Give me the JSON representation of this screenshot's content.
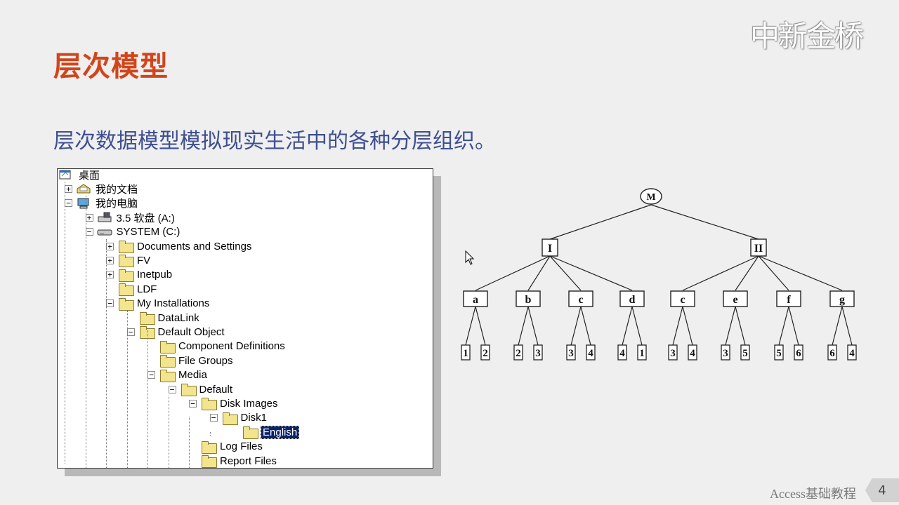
{
  "brand": "中新金桥",
  "title": "层次模型",
  "subtitle": "层次数据模型模拟现实生活中的各种分层组织。",
  "tree": [
    {
      "label": "桌面",
      "exp": "",
      "icon": "desktop-icon"
    },
    {
      "label": "我的文档",
      "exp": "+",
      "icon": "documents-icon"
    },
    {
      "label": "我的电脑",
      "exp": "−",
      "icon": "computer-icon"
    },
    {
      "label": "3.5 软盘 (A:)",
      "exp": "+",
      "icon": "floppy-icon"
    },
    {
      "label": "SYSTEM (C:)",
      "exp": "−",
      "icon": "drive-icon"
    },
    {
      "label": "Documents and Settings",
      "exp": "+",
      "icon": "folder-icon"
    },
    {
      "label": "FV",
      "exp": "+",
      "icon": "folder-icon"
    },
    {
      "label": "Inetpub",
      "exp": "+",
      "icon": "folder-icon"
    },
    {
      "label": "LDF",
      "exp": "",
      "icon": "folder-icon"
    },
    {
      "label": "My Installations",
      "exp": "−",
      "icon": "folder-icon"
    },
    {
      "label": "DataLink",
      "exp": "",
      "icon": "folder-icon"
    },
    {
      "label": "Default Object",
      "exp": "−",
      "icon": "folder-icon"
    },
    {
      "label": "Component Definitions",
      "exp": "",
      "icon": "folder-icon"
    },
    {
      "label": "File Groups",
      "exp": "",
      "icon": "folder-icon"
    },
    {
      "label": "Media",
      "exp": "−",
      "icon": "folder-icon"
    },
    {
      "label": "Default",
      "exp": "−",
      "icon": "folder-icon"
    },
    {
      "label": "Disk Images",
      "exp": "−",
      "icon": "folder-icon"
    },
    {
      "label": "Disk1",
      "exp": "−",
      "icon": "folder-icon"
    },
    {
      "label": "English",
      "exp": "",
      "icon": "open-folder-icon",
      "selected": true
    },
    {
      "label": "Log Files",
      "exp": "",
      "icon": "folder-icon"
    },
    {
      "label": "Report Files",
      "exp": "",
      "icon": "folder-icon"
    }
  ],
  "diagram": {
    "root": "M",
    "level1": [
      "I",
      "II"
    ],
    "level2": [
      "a",
      "b",
      "c",
      "d",
      "c",
      "e",
      "f",
      "g"
    ],
    "leaves": [
      [
        "1",
        "2"
      ],
      [
        "2",
        "3"
      ],
      [
        "3",
        "4"
      ],
      [
        "4",
        "1"
      ],
      [
        "3",
        "4"
      ],
      [
        "3",
        "5"
      ],
      [
        "5",
        "6"
      ],
      [
        "6",
        "4"
      ]
    ]
  },
  "footer": "Access基础教程",
  "page_number": "4"
}
